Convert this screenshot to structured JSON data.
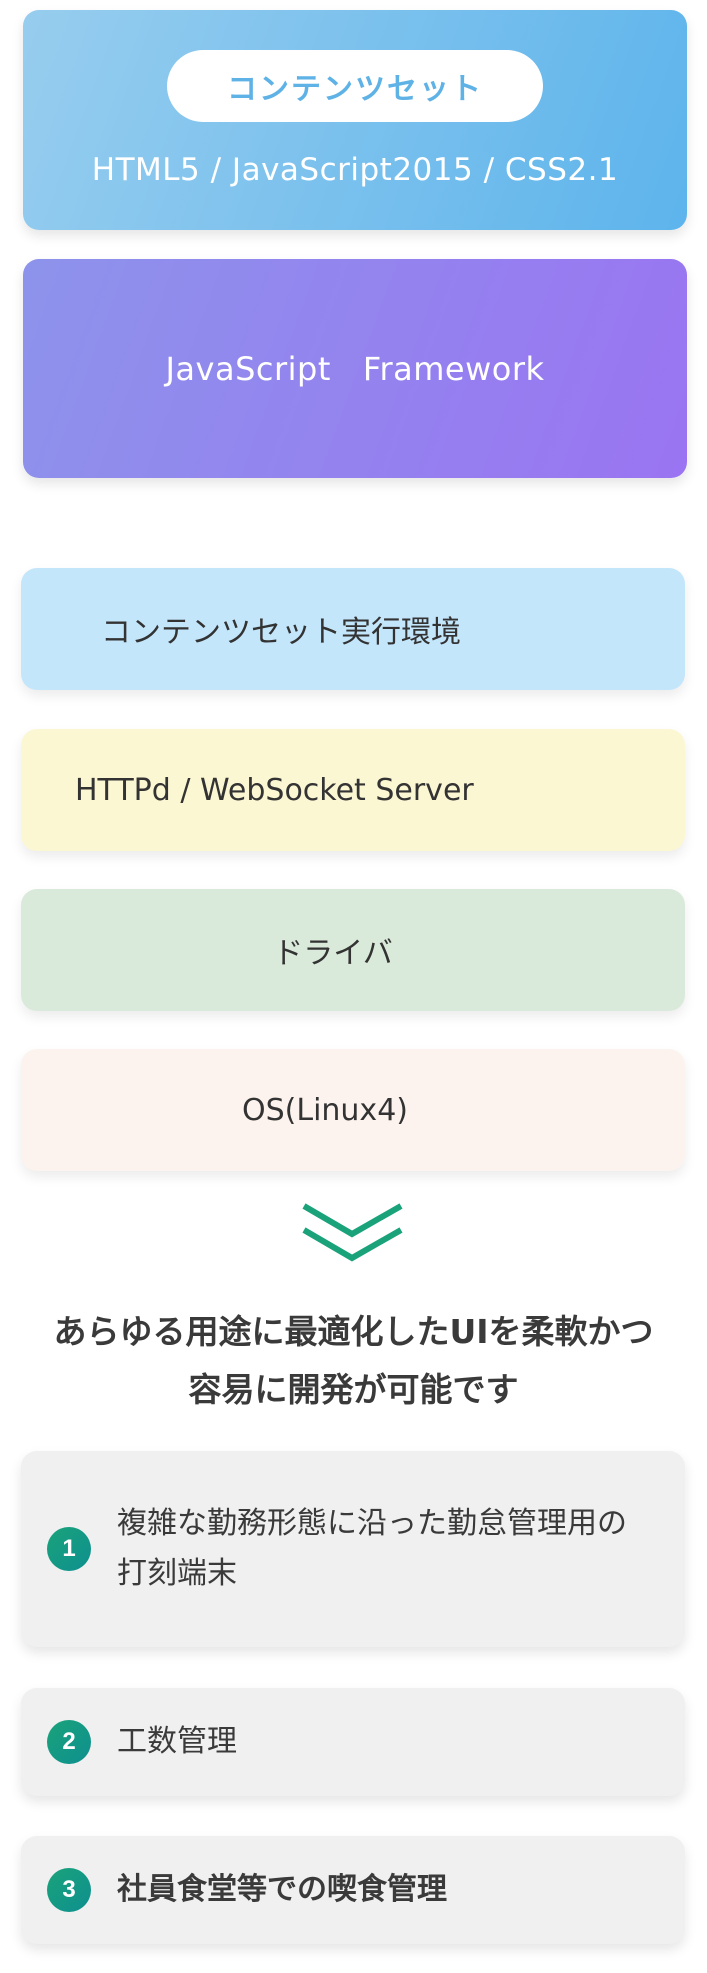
{
  "top_card": {
    "badge_label": "コンテンツセット",
    "subtitle": "HTML5 / JavaScript2015 / CSS2.1"
  },
  "framework_card": {
    "label_part1": "JavaScript",
    "label_part2": "Framework"
  },
  "layers": [
    {
      "label": "コンテンツセット実行環境",
      "color": "#c4e6fb"
    },
    {
      "label": "HTTPd / WebSocket Server",
      "color": "#fcf7d3"
    },
    {
      "label": "ドライバ",
      "color": "#daeada"
    },
    {
      "label": "OS(Linux4)",
      "color": "#fcf3ee"
    }
  ],
  "arrow_icon": "double-chevron-down-icon",
  "headline": {
    "line1": "あらゆる用途に最適化したUIを柔軟かつ",
    "line2": "容易に開発が可能です"
  },
  "features": [
    {
      "number": "1",
      "text": "複雑な勤務形態に沿った勤怠管理用の打刻端末"
    },
    {
      "number": "2",
      "text": "工数管理"
    },
    {
      "number": "3",
      "text": "社員食堂等での喫食管理"
    }
  ],
  "colors": {
    "accent_green": "#1aa37a",
    "blue_gradient_start": "#97cdee",
    "blue_gradient_end": "#5db4ec",
    "purple_gradient_start": "#8d93eb",
    "purple_gradient_end": "#9a74f2"
  }
}
